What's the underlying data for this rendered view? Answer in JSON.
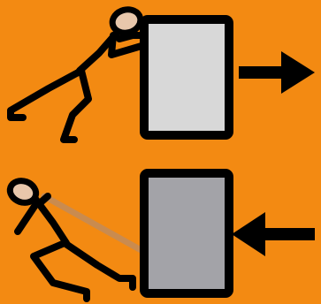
{
  "colors": {
    "background": "#f38a12",
    "outline": "#000000",
    "box_push": "#d8d8d8",
    "box_pull": "#a3a3a8",
    "skin": "#e8c7ab",
    "rope": "#c98b4f"
  },
  "panels": [
    {
      "id": "push",
      "figure": "stick-figure-pushing",
      "object": "light-gray-box",
      "arrow": "arrow-right-icon"
    },
    {
      "id": "pull",
      "figure": "stick-figure-pulling-rope",
      "object": "dark-gray-box",
      "arrow": "arrow-left-icon"
    }
  ]
}
